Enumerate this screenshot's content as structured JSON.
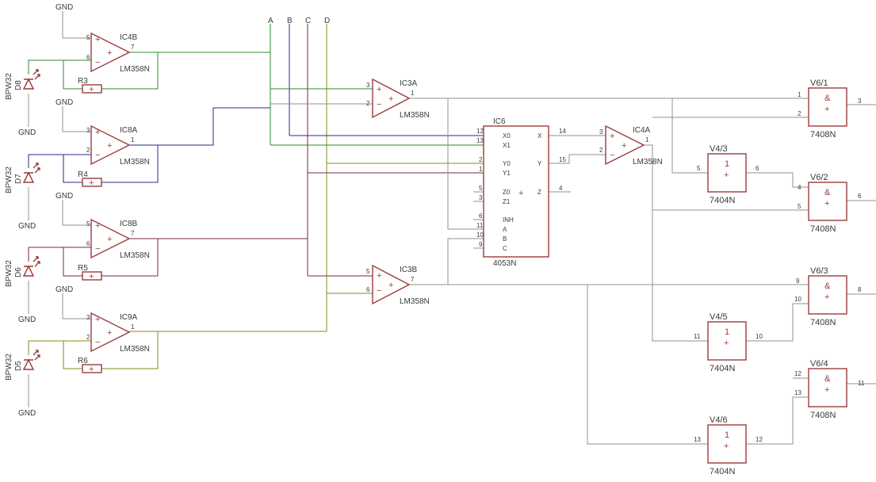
{
  "buses": [
    "A",
    "B",
    "C",
    "D"
  ],
  "ground_label": "GND",
  "photodiodes": [
    {
      "ref": "D8",
      "type": "BPW32"
    },
    {
      "ref": "D7",
      "type": "BPW32"
    },
    {
      "ref": "D6",
      "type": "BPW32"
    },
    {
      "ref": "D5",
      "type": "BPW32"
    }
  ],
  "resistors": [
    "R3",
    "R4",
    "R5",
    "R6"
  ],
  "opamps": [
    {
      "ref": "IC4B",
      "value": "LM358N",
      "plus": "5",
      "minus": "6",
      "out": "7"
    },
    {
      "ref": "IC8A",
      "value": "LM358N",
      "plus": "3",
      "minus": "2",
      "out": "1"
    },
    {
      "ref": "IC8B",
      "value": "LM358N",
      "plus": "5",
      "minus": "6",
      "out": "7"
    },
    {
      "ref": "IC9A",
      "value": "LM358N",
      "plus": "3",
      "minus": "2",
      "out": "1"
    },
    {
      "ref": "IC3A",
      "value": "LM358N",
      "plus": "3",
      "minus": "2",
      "out": "1"
    },
    {
      "ref": "IC3B",
      "value": "LM358N",
      "plus": "5",
      "minus": "6",
      "out": "7"
    },
    {
      "ref": "IC4A",
      "value": "LM358N",
      "plus": "3",
      "minus": "2",
      "out": "1"
    }
  ],
  "mux": {
    "ref": "IC6",
    "value": "4053N",
    "left_pins": [
      {
        "num": "12",
        "name": "X0"
      },
      {
        "num": "13",
        "name": "X1"
      },
      {
        "num": "2",
        "name": "Y0"
      },
      {
        "num": "1",
        "name": "Y1"
      },
      {
        "num": "5",
        "name": "Z0"
      },
      {
        "num": "3",
        "name": "Z1"
      },
      {
        "num": "6",
        "name": "INH"
      },
      {
        "num": "11",
        "name": "A"
      },
      {
        "num": "10",
        "name": "B"
      },
      {
        "num": "9",
        "name": "C"
      }
    ],
    "right_pins": [
      {
        "num": "14",
        "name": "X"
      },
      {
        "num": "15",
        "name": "Y"
      },
      {
        "num": "4",
        "name": "Z"
      }
    ]
  },
  "and_gates": [
    {
      "ref": "V6/1",
      "value": "7408N",
      "symbol": "&",
      "in1": "1",
      "in2": "2",
      "out": "3"
    },
    {
      "ref": "V6/2",
      "value": "7408N",
      "symbol": "&",
      "in1": "4",
      "in2": "5",
      "out": "6"
    },
    {
      "ref": "V6/3",
      "value": "7408N",
      "symbol": "&",
      "in1": "9",
      "in2": "10",
      "out": "8"
    },
    {
      "ref": "V6/4",
      "value": "7408N",
      "symbol": "&",
      "in1": "12",
      "in2": "13",
      "out": "11"
    }
  ],
  "inverters": [
    {
      "ref": "V4/3",
      "value": "7404N",
      "symbol": "1",
      "in": "5",
      "out": "6"
    },
    {
      "ref": "V4/5",
      "value": "7404N",
      "symbol": "1",
      "in": "11",
      "out": "10"
    },
    {
      "ref": "V4/6",
      "value": "7404N",
      "symbol": "1",
      "in": "13",
      "out": "12"
    }
  ],
  "colors": {
    "part": "#9b3c3c",
    "wire": "#909090",
    "green": "#2e8b2e",
    "blue": "#2a2a8c",
    "purple": "#7a2450",
    "olive": "#8a8a1e"
  }
}
